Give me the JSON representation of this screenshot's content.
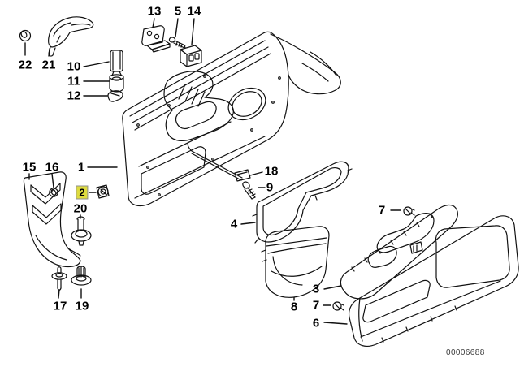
{
  "figure": {
    "type": "parts-diagram",
    "subject": "door trim panel exploded view",
    "image_id": "00006688",
    "highlighted_callout": "2",
    "colors": {
      "background": "#ffffff",
      "line": "#111111",
      "highlight_bg": "#dedb3f",
      "highlight_border": "#8f8f8f"
    },
    "callouts": {
      "c22": "22",
      "c21": "21",
      "c10": "10",
      "c11": "11",
      "c12": "12",
      "c13": "13",
      "c5": "5",
      "c14": "14",
      "c1": "1",
      "c15": "15",
      "c16": "16",
      "c2": "2",
      "c20": "20",
      "c17": "17",
      "c19": "19",
      "c18": "18",
      "c9": "9",
      "c4": "4",
      "c8": "8",
      "c3": "3",
      "c7a": "7",
      "c7b": "7",
      "c6": "6"
    }
  }
}
